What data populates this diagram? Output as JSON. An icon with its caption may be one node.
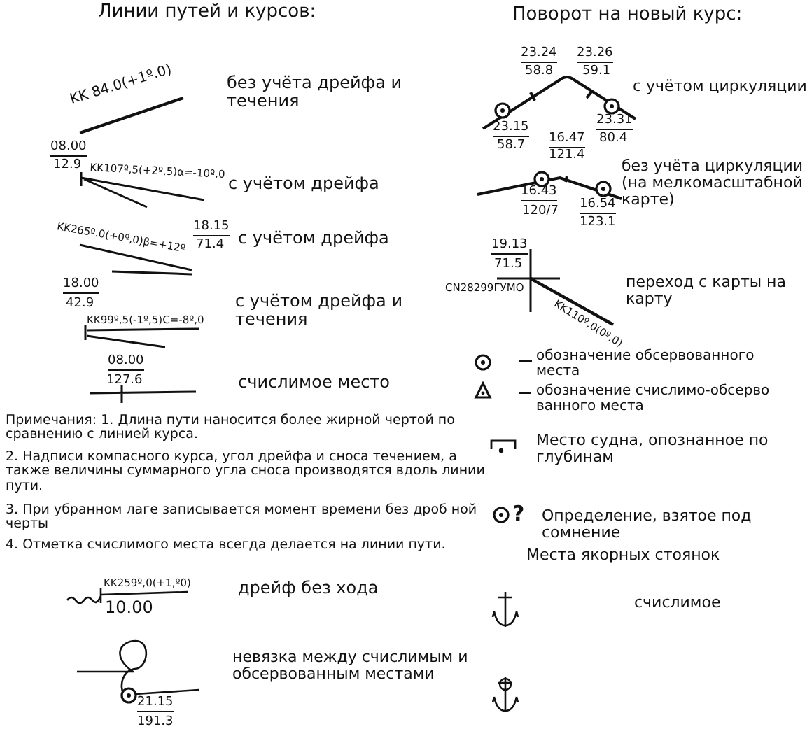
{
  "diagram": {
    "labels": [
      "Линии путей и курсов:",
      "Поворот на новый курс:",
      "KK 84.0(+1º.0)",
      "без учёта дрейфа и течения",
      "23.24",
      "58.8",
      "23.26",
      "59.1",
      "с учётом циркуляции",
      "23.15",
      "58.7",
      "23.31",
      "80.4",
      "08.00",
      "12.9",
      "KK107º,5(+2º,5)α=-10º,0",
      "с учётом дрейфа",
      "16.47",
      "121.4",
      "без учёта циркуляции (на мелкомасштабной карте)",
      "16.43",
      "120/7",
      "16.54",
      "123.1",
      "KK265º.0(+0º,0)β=+12º",
      "18.15",
      "71.4",
      "с учётом дрейфа",
      "19.13",
      "71.5",
      "CN28299ГУМО",
      "KK110º,0(0º,0)",
      "переход с карты на карту",
      "18.00",
      "42.9",
      "с учётом дрейфа и течения",
      "KK99º,5(-1º,5)C=-8º,0",
      "обозначение обсервованного места",
      "08.00",
      "127.6",
      "счислимое место",
      "обозначение счислимо-обсерво ванного места",
      "Примечания: 1. Длина пути наносится более жирной чертой по сравнению с линией курса.",
      "2. Надписи компасного курса, угол дрейфа и сноса течением, а также величины суммарного угла сноса производятся вдоль линии пути.",
      "3. При убранном лаге записывается момент времени без дроб ной черты",
      "4. Отметка счислимого места всегда делается на линии пути.",
      "Место судна, опознанное по глубинам",
      "?",
      "Определение, взятое под сомнение",
      "Места якорных стоянок",
      "KK259º,0(+1,º0)",
      "10.00",
      "дрейф без хода",
      "счислимое",
      "невязка между счислимым и обсервованным местами",
      "21.15",
      "191.3"
    ]
  }
}
